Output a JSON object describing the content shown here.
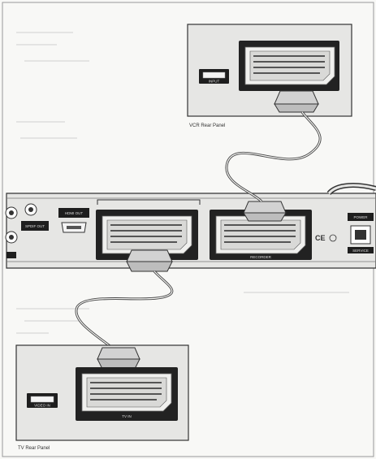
{
  "vcr_panel": {
    "caption": "VCR Rear Panel",
    "port_label": "INPUT",
    "scart_label": ""
  },
  "tv_panel": {
    "caption": "TV Rear Panel",
    "port_label": "VIDEO IN",
    "scart_label": "TV IN"
  },
  "device_panel": {
    "hdmi_label": "HDMI OUT",
    "spdif_label": "SPDIF OUT",
    "scart_left_label": "",
    "scart_right_label": "RECORDER",
    "service_label": "SERVICE",
    "ce_mark": "CE",
    "power_label": "POWER"
  },
  "colors": {
    "panel_fill": "#e6e6e4",
    "panel_stroke": "#333333",
    "scart_body": "#d2d2d2",
    "cable": "#444444",
    "label_strip": "#1e1e1e"
  }
}
